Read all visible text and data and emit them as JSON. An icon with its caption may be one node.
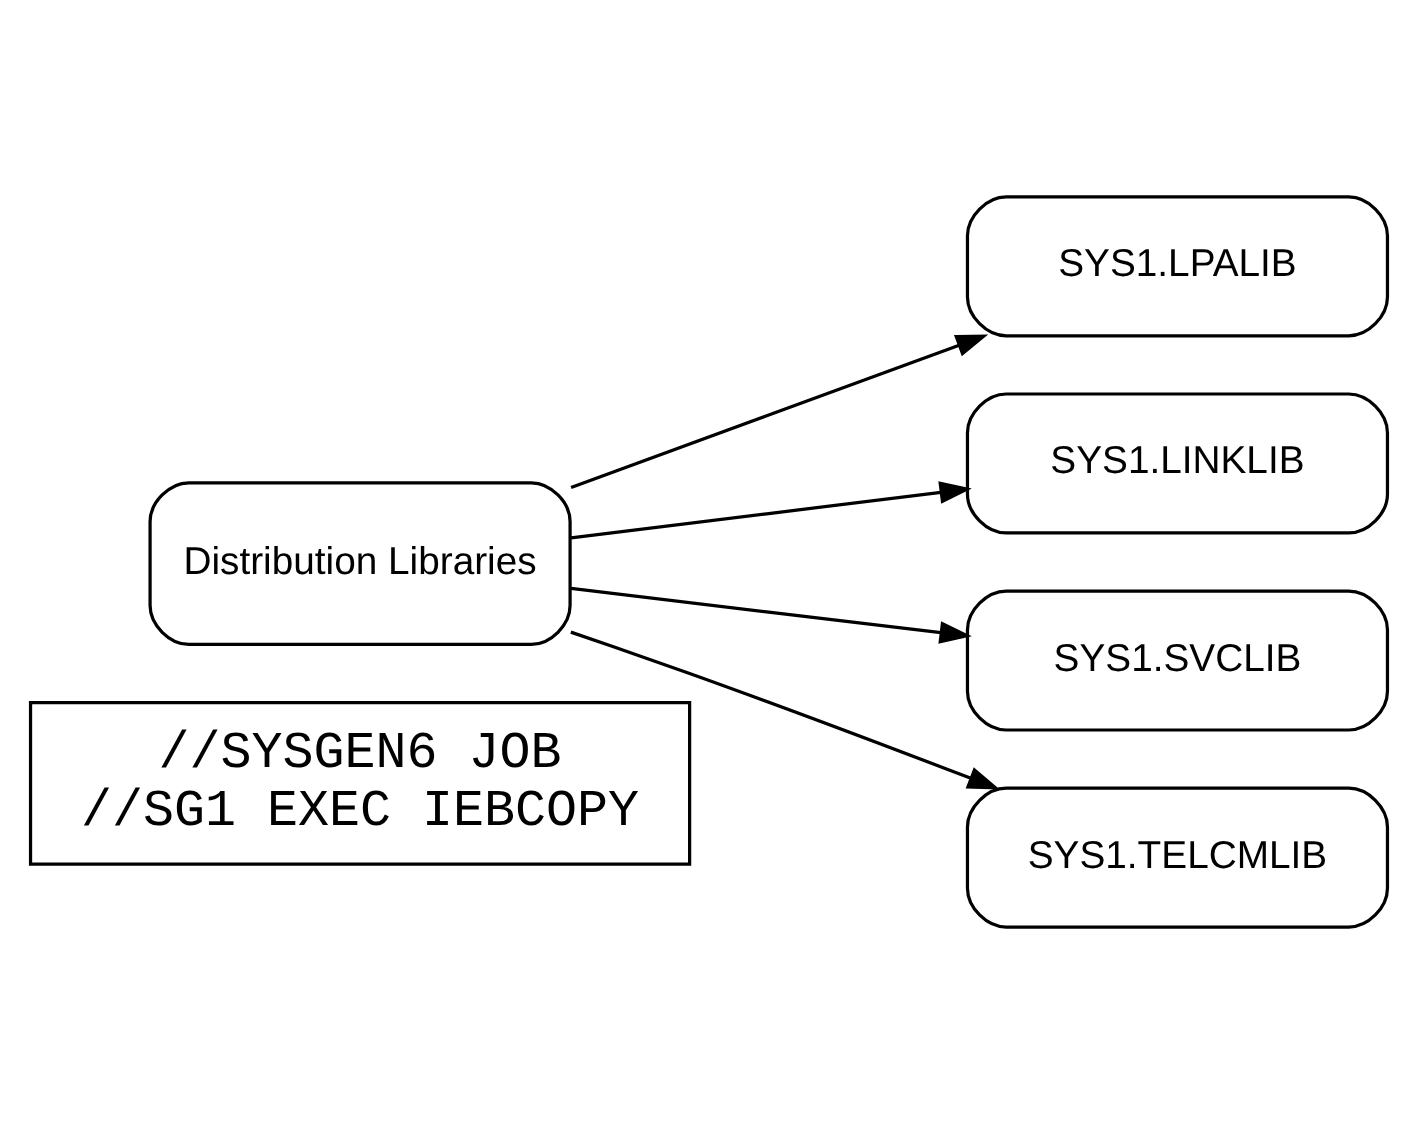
{
  "diagram": {
    "nodes": [
      {
        "text": [
          "//SYSGEN6 JOB",
          "//SG1 EXEC IEBCOPY"
        ]
      },
      {
        "text": [
          "Distribution Libraries"
        ]
      },
      {
        "text": [
          "SYS1.LPALIB"
        ]
      },
      {
        "text": [
          "SYS1.LINKLIB"
        ]
      },
      {
        "text": [
          "SYS1.SVCLIB"
        ]
      },
      {
        "text": [
          "SYS1.TELCMLIB"
        ]
      }
    ],
    "edges": [
      {
        "from": 1,
        "to": 2,
        "arrow": "to"
      },
      {
        "from": 1,
        "to": 3,
        "arrow": "to"
      },
      {
        "from": 1,
        "to": 4,
        "arrow": "to"
      },
      {
        "from": 1,
        "to": 5,
        "arrow": "to"
      }
    ]
  }
}
